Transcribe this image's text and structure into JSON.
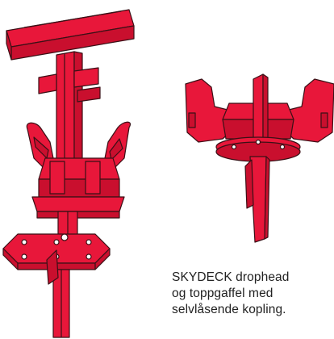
{
  "caption": {
    "lines": [
      "SKYDECK drophead",
      "og toppgaffel med",
      "selvlåsende kopling."
    ]
  },
  "colors": {
    "part_fill": "#e8173a",
    "part_shade": "#c90f2e",
    "outline": "#3a1016"
  },
  "icons": {
    "left": "drophead-assembly-illustration",
    "right": "top-fork-illustration"
  }
}
